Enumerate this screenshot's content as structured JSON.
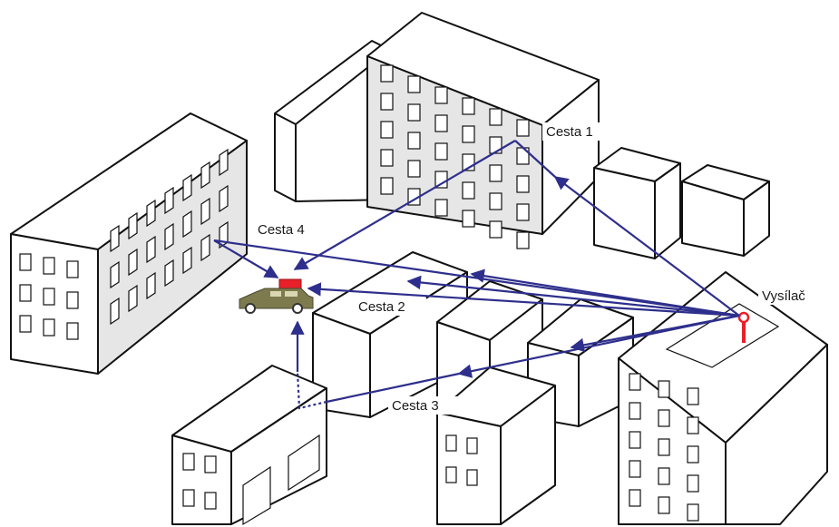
{
  "labels": {
    "path1": "Cesta 1",
    "path2": "Cesta 2",
    "path3": "Cesta 3",
    "path4": "Cesta 4",
    "transmitter": "Vysílač"
  },
  "colors": {
    "signal_path": "#2e2f8c",
    "transmitter": "#e8202a",
    "car_body": "#7d7a4e",
    "car_roof_box": "#e8202a",
    "shaded_facade": "#e6e6e6"
  }
}
